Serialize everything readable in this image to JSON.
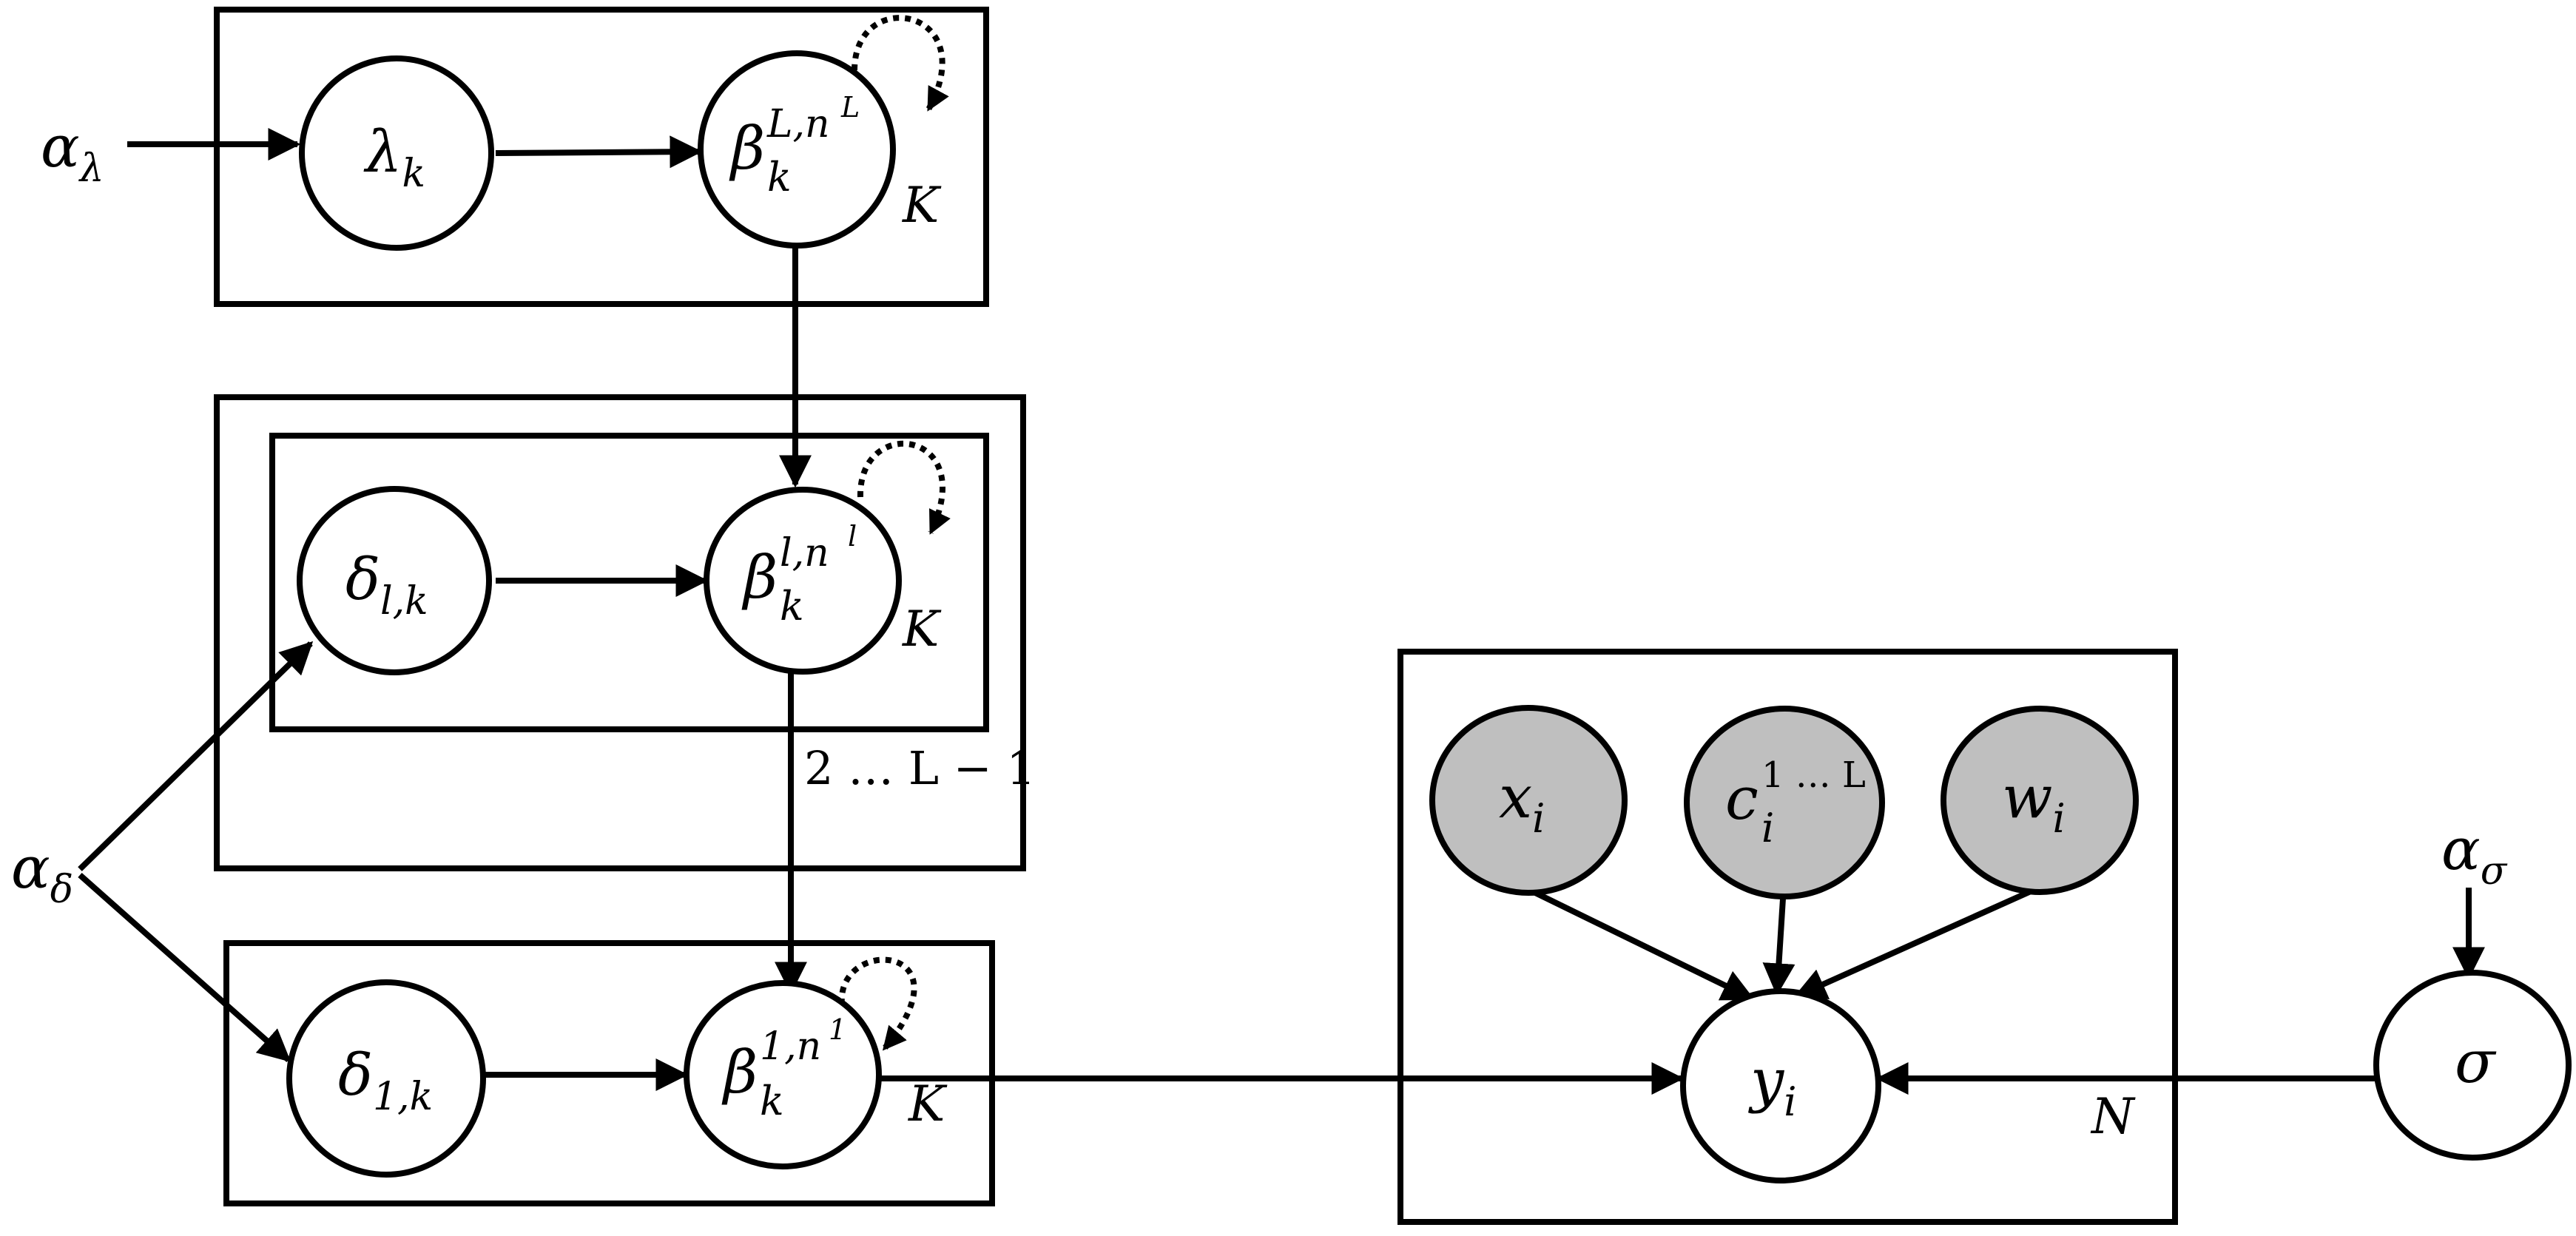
{
  "colors": {
    "stroke": "#000000",
    "latent_fill": "#ffffff",
    "observed_fill": "#bfbfbf"
  },
  "nodes": {
    "alpha_lambda": {
      "base": "α",
      "sub": "λ"
    },
    "lambda_k": {
      "base": "λ",
      "sub": "k"
    },
    "beta_L": {
      "base": "β",
      "sub": "k",
      "sup": "L,n",
      "supsup": "L"
    },
    "alpha_delta": {
      "base": "α",
      "sub": "δ"
    },
    "delta_lk": {
      "base": "δ",
      "sub": "l,k"
    },
    "beta_l": {
      "base": "β",
      "sub": "k",
      "sup": "l,n",
      "supsup": "l"
    },
    "delta_1k": {
      "base": "δ",
      "sub": "1,k"
    },
    "beta_1": {
      "base": "β",
      "sub": "k",
      "sup": "1,n",
      "supsup": "1"
    },
    "x_i": {
      "base": "x",
      "sub": "i"
    },
    "c_i": {
      "base": "c",
      "sub": "i",
      "sup": "1 … L"
    },
    "w_i": {
      "base": "w",
      "sub": "i"
    },
    "y_i": {
      "base": "y",
      "sub": "i"
    },
    "alpha_sigma": {
      "base": "α",
      "sub": "σ"
    },
    "sigma": {
      "base": "σ"
    }
  },
  "plates": {
    "top": {
      "label": "K"
    },
    "middle_inner": {
      "label": "K"
    },
    "middle_outer": {
      "label": "2 … L − 1"
    },
    "bottom": {
      "label": "K"
    },
    "observation": {
      "label": "N"
    }
  }
}
